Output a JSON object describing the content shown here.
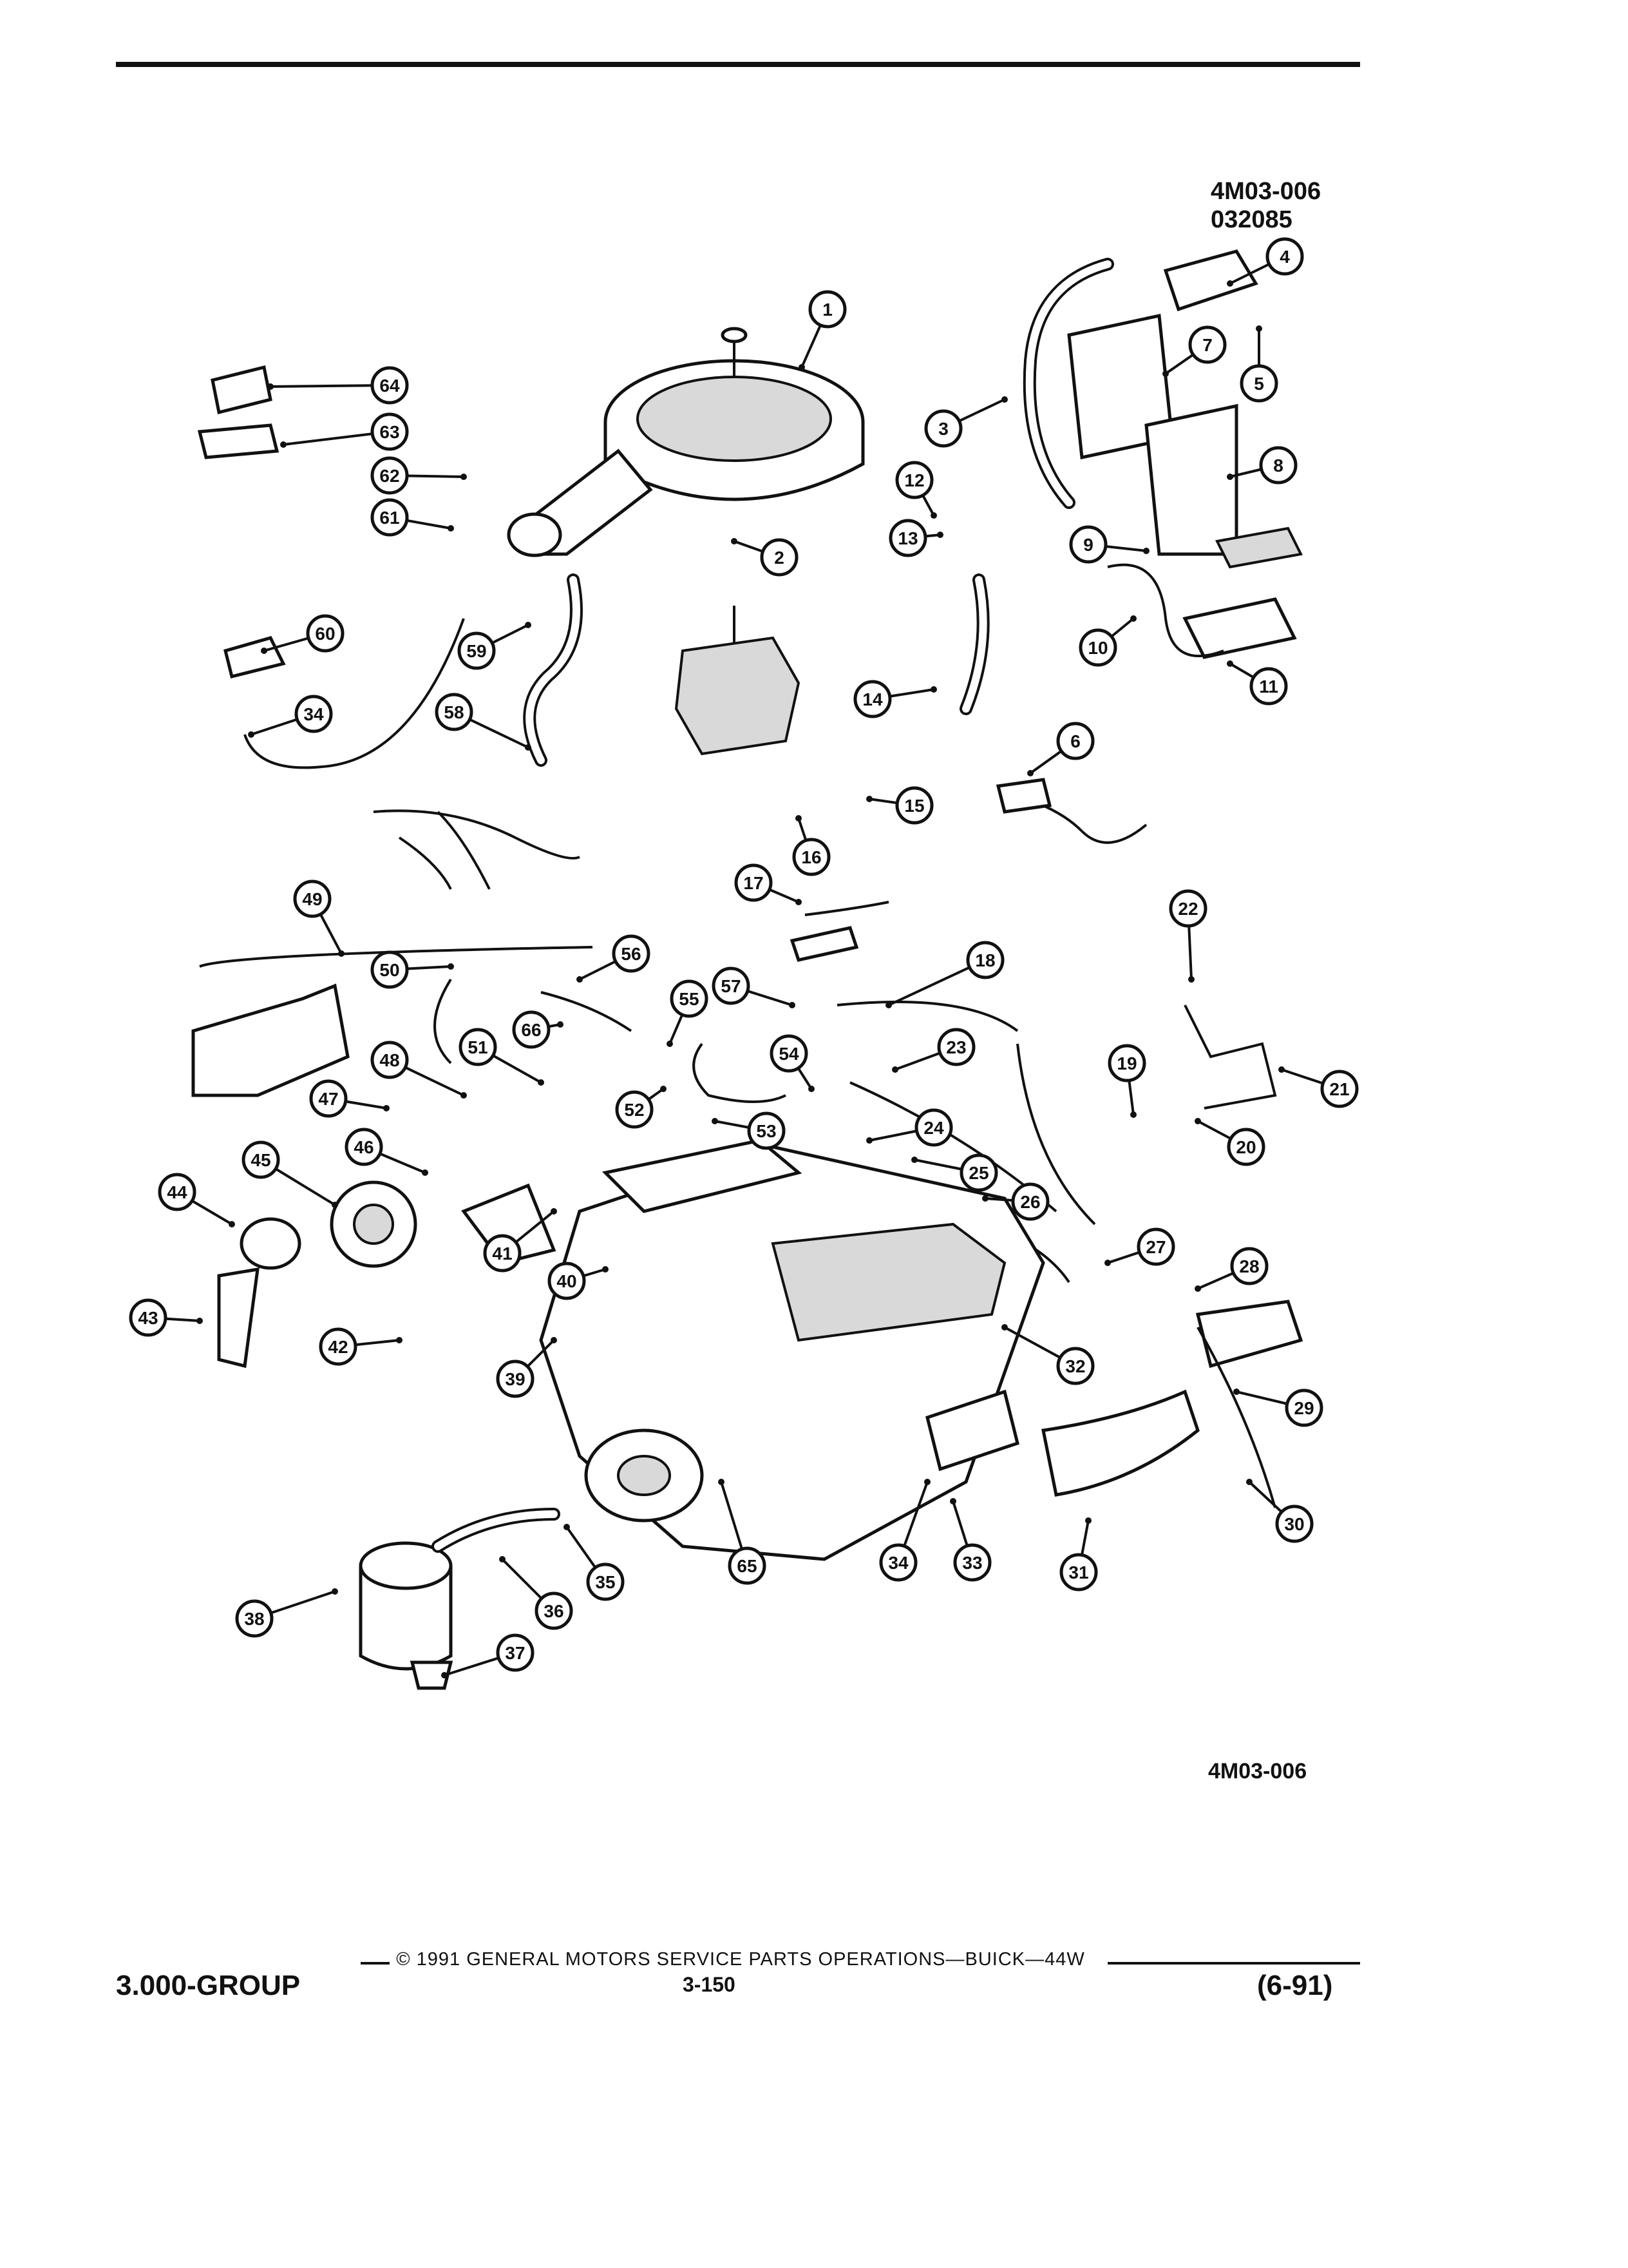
{
  "header": {
    "code_line1": "4M03-006",
    "code_line2": "032085"
  },
  "figure": {
    "code": "4M03-006"
  },
  "footer": {
    "copyright": "© 1991 GENERAL MOTORS SERVICE PARTS OPERATIONS—BUICK—44W",
    "group": "3.000-GROUP",
    "page": "3-150",
    "date": "(6-91)"
  },
  "callouts": [
    "1",
    "2",
    "3",
    "4",
    "5",
    "6",
    "7",
    "8",
    "9",
    "10",
    "11",
    "12",
    "13",
    "14",
    "15",
    "16",
    "17",
    "18",
    "19",
    "20",
    "21",
    "22",
    "23",
    "24",
    "25",
    "26",
    "27",
    "28",
    "29",
    "30",
    "31",
    "32",
    "33",
    "34",
    "34",
    "35",
    "36",
    "37",
    "38",
    "39",
    "40",
    "41",
    "42",
    "43",
    "44",
    "45",
    "46",
    "47",
    "48",
    "49",
    "50",
    "51",
    "52",
    "53",
    "54",
    "55",
    "56",
    "57",
    "58",
    "59",
    "60",
    "61",
    "62",
    "63",
    "64",
    "65",
    "66"
  ]
}
